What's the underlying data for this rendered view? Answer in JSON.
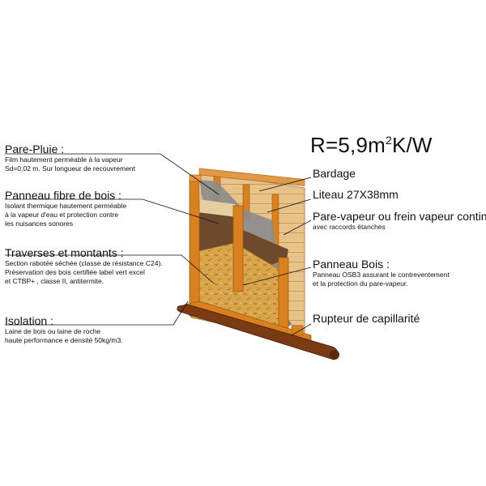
{
  "r_value": {
    "text": "R=5,9m",
    "sup": "2",
    "unit": "K/W"
  },
  "left_labels": [
    {
      "title": "Pare-Pluie :",
      "desc": "Film hautement perméable à la vapeur\nSd=0,02 m. Sur longueur de recouvrement"
    },
    {
      "title": "Panneau fibre de bois :",
      "desc": "Isolant thermique hautement perméable\nà la vapeur d'eau et protection contre\nles nuisances sonores"
    },
    {
      "title": "Traverses et montants :",
      "desc": "Section rabotée séchée (classe de résistance C24).\nPréservation des bois certifiée label vert excel\net CTBP+ , classe II, antitermite."
    },
    {
      "title": "Isolation :",
      "desc": "Laine de bois ou laine de roche\nhaute performance e densité 50kg/m3."
    }
  ],
  "right_labels": [
    {
      "title": "Bardage",
      "desc": ""
    },
    {
      "title": "Liteau 27X38mm",
      "desc": ""
    },
    {
      "title": "Pare-vapeur ou frein vapeur continu :",
      "desc": "avec raccords étanches"
    },
    {
      "title": "Panneau Bois :",
      "desc": "Panneau OSB3 assurant le contreventement\net la protection du pare-vapeur."
    },
    {
      "title": "Rupteur de capillarité",
      "desc": ""
    }
  ],
  "colors": {
    "osb": "#d8a54a",
    "wood": "#d9801f",
    "wood_dark": "#a85a10",
    "cladding": "#e8c48a",
    "membrane": "#8c8c8c",
    "fibre": "#6e4a2c",
    "rupteur": "#7a3a12"
  }
}
